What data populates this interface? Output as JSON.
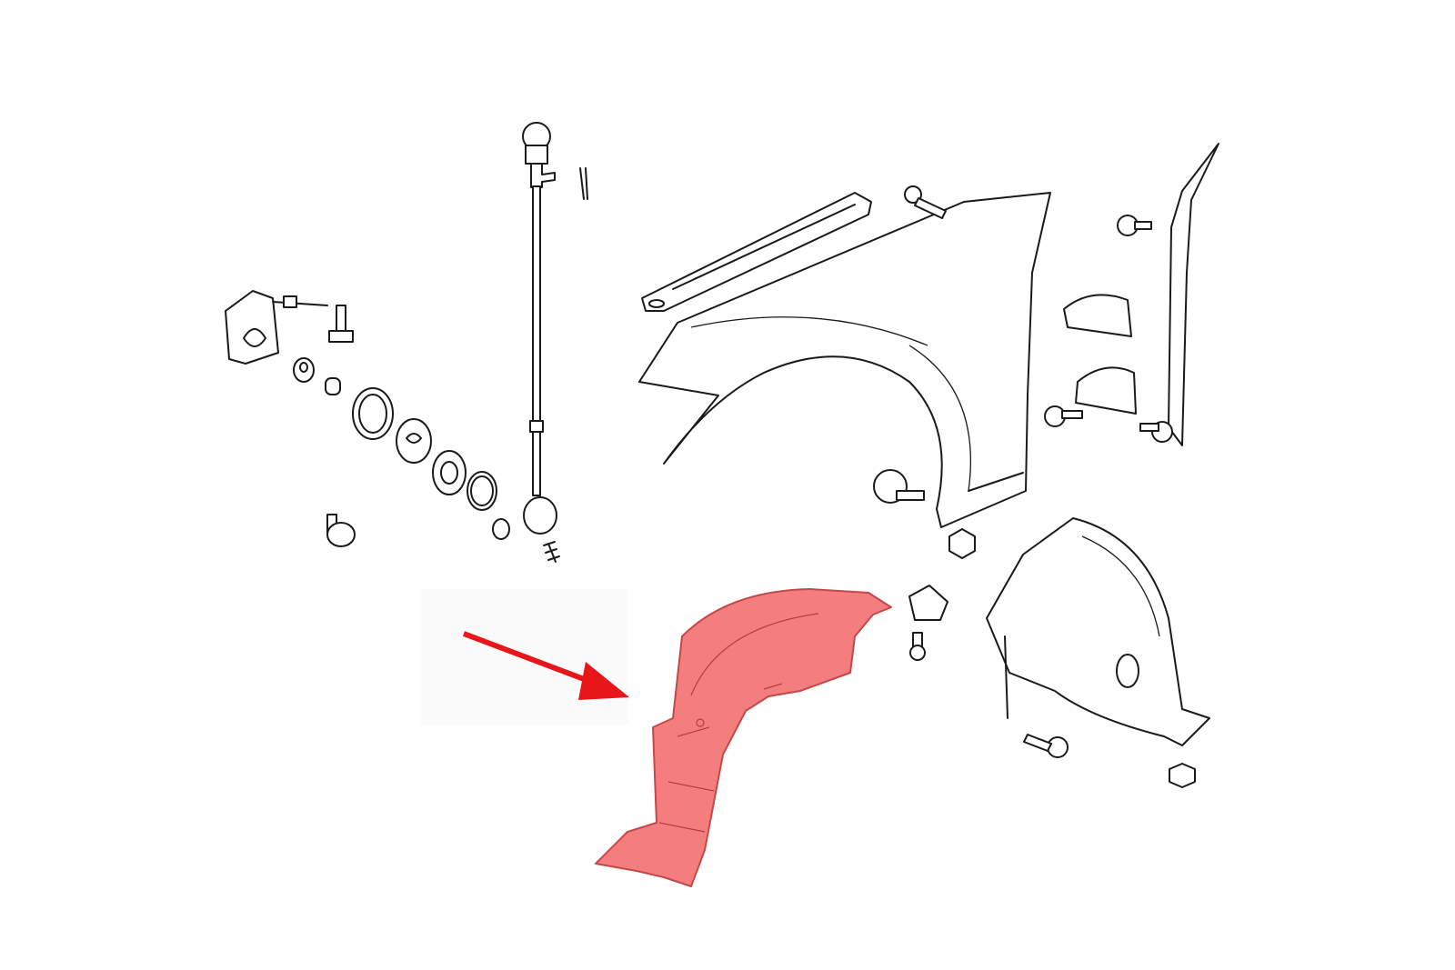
{
  "colors": {
    "background": "#ffffff",
    "line": "#1a1a1a",
    "highlight_fill": "#f47e7e",
    "highlight_stroke": "#c44848",
    "arrow": "#e8161b"
  },
  "parts": [
    "hood-latch-bracket",
    "hood-prop-rod",
    "fender-mount-rail",
    "front-fender",
    "side-bracket-panel",
    "inner-fender-liner-highlighted",
    "rear-splash-shield",
    "bolts-and-clips",
    "pointer-arrow"
  ]
}
